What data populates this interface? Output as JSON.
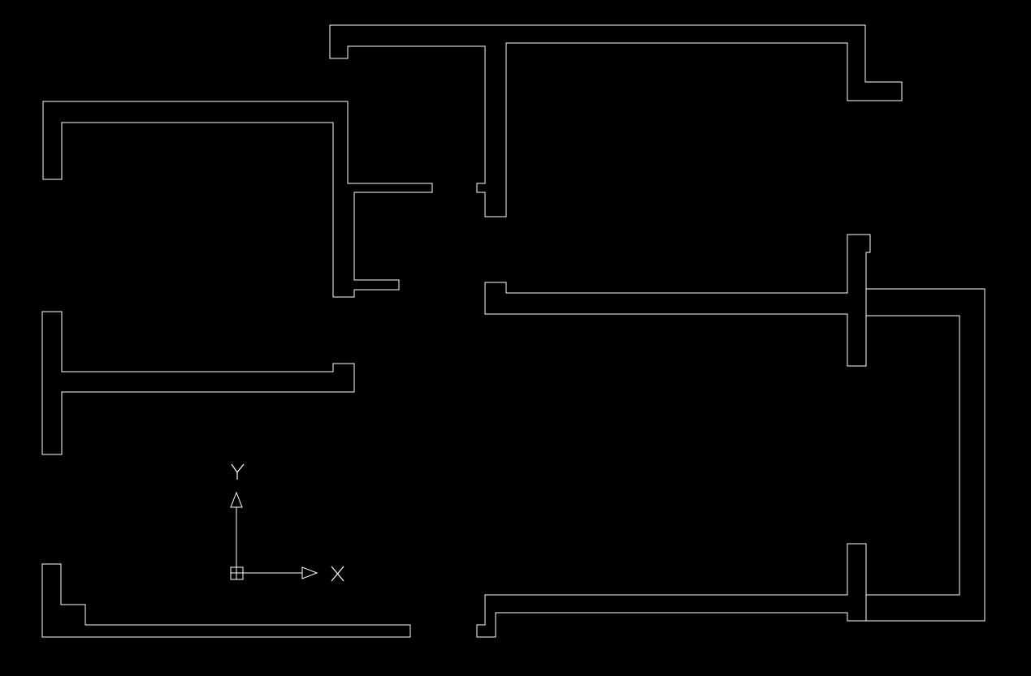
{
  "app": {
    "view": "cad-model-space"
  },
  "colors": {
    "background": "#000000",
    "linework": "#ffffff"
  },
  "ucs": {
    "x_label": "X",
    "y_label": "Y",
    "icon": "ucs-icon"
  }
}
